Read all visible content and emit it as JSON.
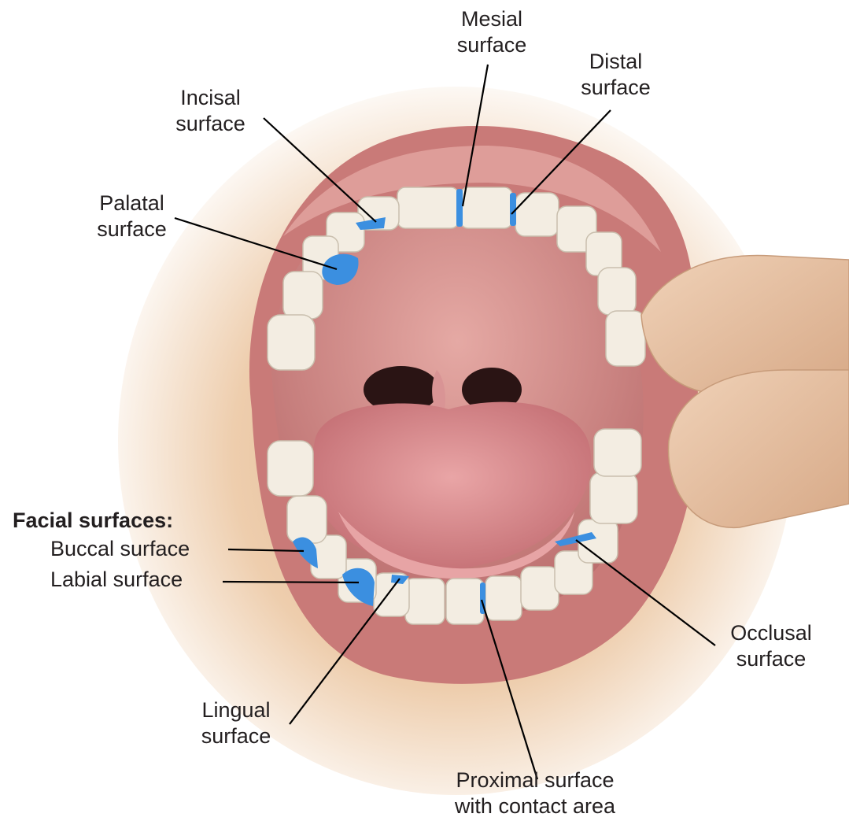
{
  "labels": {
    "mesial": [
      "Mesial",
      "surface"
    ],
    "distal": [
      "Distal",
      "surface"
    ],
    "incisal": [
      "Incisal",
      "surface"
    ],
    "palatal": [
      "Palatal",
      "surface"
    ],
    "facial_heading": "Facial surfaces:",
    "buccal": "Buccal surface",
    "labial": "Labial surface",
    "occlusal": [
      "Occlusal",
      "surface"
    ],
    "lingual": [
      "Lingual",
      "surface"
    ],
    "proximal": [
      "Proximal surface",
      "with contact area"
    ]
  },
  "colors": {
    "highlight": "#3b8fe0",
    "lip": "#c97a78",
    "palate": "#d49090",
    "tongue": "#d98f92",
    "tooth": "#f3ede2",
    "skin": "#e8c3a0"
  }
}
